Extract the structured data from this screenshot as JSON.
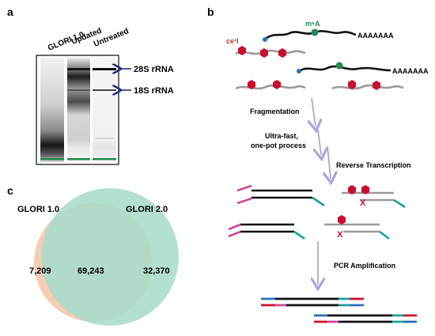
{
  "panels": {
    "a": {
      "letter": "a",
      "lanes": [
        "GLORI 1.0",
        "Updated",
        "Untreated"
      ],
      "markers": [
        {
          "label": "28S rRNA"
        },
        {
          "label": "18S rRNA"
        }
      ]
    },
    "b": {
      "letter": "b",
      "mod_m6A": "m⁶A",
      "mod_ce1I": "ce¹I",
      "polyA": "AAAAAAA",
      "steps": [
        {
          "label": "Fragmentation"
        },
        {
          "label": "Ultra-fast,"
        },
        {
          "label": "one-pot process"
        },
        {
          "label": "Reverse Transcription"
        },
        {
          "label": "PCR Amplification"
        }
      ],
      "mismatch_symbol": "X"
    },
    "c": {
      "letter": "c",
      "set_left_label": "GLORI 1.0",
      "set_right_label": "GLORI 2.0",
      "only_left": "7,209",
      "overlap": "69,243",
      "only_right": "32,370"
    }
  },
  "colors": {
    "background": "#ffffff",
    "gel_frame": "#3a3a3a",
    "arrow_blue": "#1f2f7a",
    "m6a_green": "#1f8a4c",
    "site_red": "#c8102e",
    "mod_label_red": "#c0392b",
    "rna_black": "#111111",
    "rna_gray": "#9a9a9a",
    "flow_arrow": "#a9a6d9",
    "adapter_pink": "#d2449a",
    "adapter_teal": "#1aa39a",
    "adapter_blue": "#2a6fb5",
    "adapter_red": "#c8102e",
    "venn_left": "#f4cdb4",
    "venn_right": "#a8dccb"
  }
}
